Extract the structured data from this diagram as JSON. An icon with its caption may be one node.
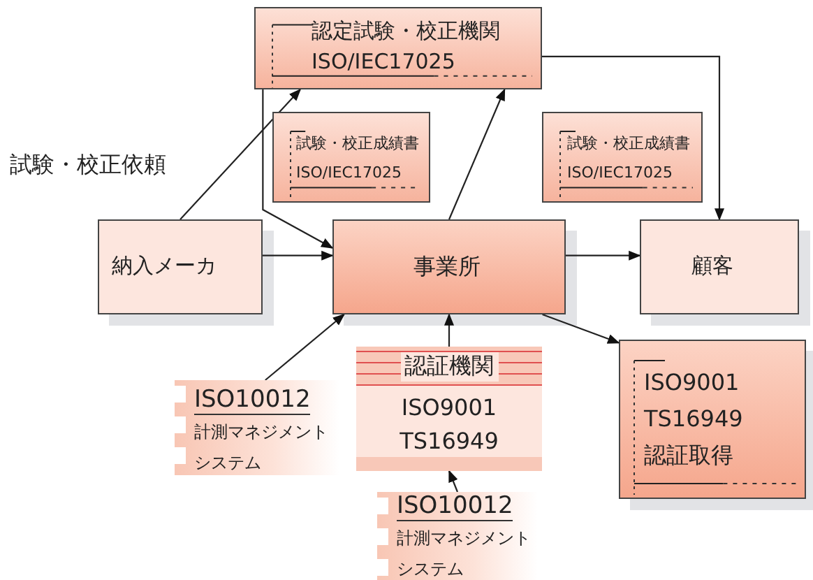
{
  "diagram": {
    "nodes": [
      {
        "text": [
          "認定試験・校正機関",
          "ISO/IEC17025"
        ]
      },
      {
        "text": [
          "試験・校正成績書",
          "ISO/IEC17025"
        ]
      },
      {
        "text": [
          "試験・校正成績書",
          "ISO/IEC17025"
        ]
      },
      {
        "text": [
          "納入メーカ"
        ]
      },
      {
        "text": [
          "事業所"
        ]
      },
      {
        "text": [
          "顧客"
        ]
      },
      {
        "text": [
          "ISO10012",
          "計測マネジメントシステム"
        ]
      },
      {
        "text": [
          "認証機関",
          "ISO9001",
          "TS16949"
        ]
      },
      {
        "text": [
          "ISO10012",
          "計測マネジメントシステム"
        ]
      },
      {
        "text": [
          "ISO9001",
          "TS16949",
          "認証取得"
        ]
      }
    ],
    "edges": [
      {
        "from": 3,
        "to": 0,
        "arrow": "to"
      },
      {
        "from": 0,
        "to": 4,
        "arrow": "to"
      },
      {
        "from": 3,
        "to": 4,
        "arrow": "to"
      },
      {
        "from": 4,
        "to": 0,
        "arrow": "to"
      },
      {
        "from": 0,
        "to": 5,
        "arrow": "to"
      },
      {
        "from": 4,
        "to": 5,
        "arrow": "to"
      },
      {
        "from": 4,
        "to": 9,
        "arrow": "to"
      },
      {
        "from": 7,
        "to": 4,
        "arrow": "to"
      },
      {
        "from": 8,
        "to": 7,
        "arrow": "to"
      },
      {
        "from": 6,
        "to": 4,
        "arrow": "to"
      }
    ],
    "labels": [
      "試験・校正依頼"
    ]
  }
}
